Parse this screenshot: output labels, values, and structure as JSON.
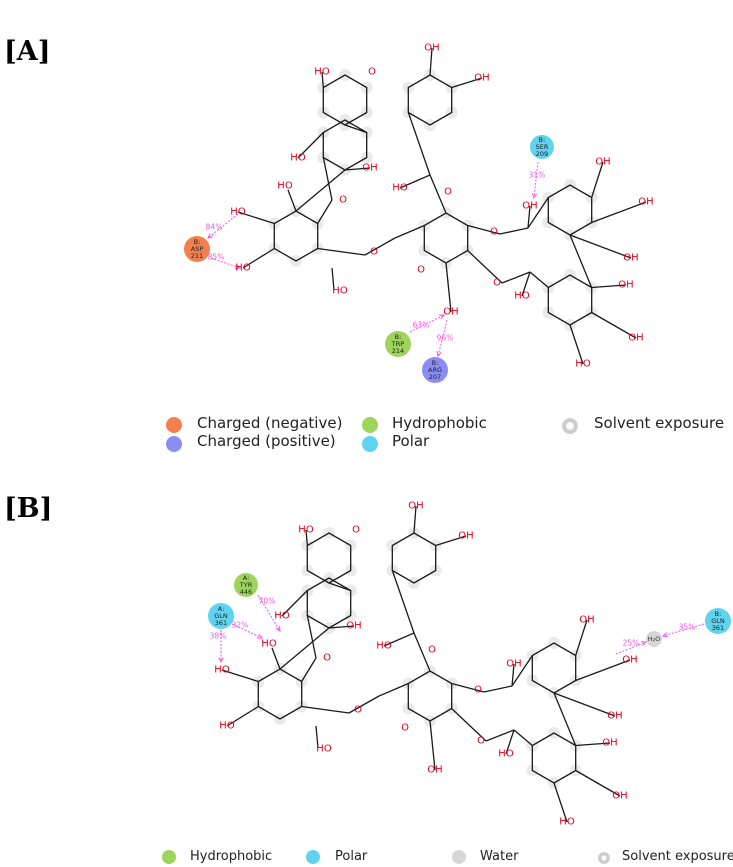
{
  "colors": {
    "negative": "#f2804e",
    "positive": "#8b8ef0",
    "hydrophobic": "#9ed45b",
    "polar": "#5fd3ef",
    "water": "#d6d6d6",
    "solvent": "#c7c7c7",
    "bond": "#1a1a1a",
    "oxygen": "#e0001b",
    "hbond": "#ee55ee"
  },
  "panel_a": {
    "label": "[A]",
    "o_label": "O",
    "oh_label": "OH",
    "ho_label": "HO",
    "residues": [
      {
        "chain": "B:",
        "name": "ASP",
        "num": "211",
        "type": "negative"
      },
      {
        "chain": "B:",
        "name": "SER",
        "num": "209",
        "type": "polar"
      },
      {
        "chain": "B:",
        "name": "TRP",
        "num": "214",
        "type": "hydrophobic"
      },
      {
        "chain": "B:",
        "name": "ARG",
        "num": "207",
        "type": "positive"
      }
    ],
    "interactions": [
      "84%",
      "85%",
      "31%",
      "63%",
      "96%"
    ],
    "legend": {
      "negative": "Charged (negative)",
      "positive": "Charged (positive)",
      "hydrophobic": "Hydrophobic",
      "polar": "Polar",
      "solvent": "Solvent exposure"
    }
  },
  "panel_b": {
    "label": "[B]",
    "water_label": "H₂O",
    "residues": [
      {
        "chain": "A:",
        "name": "TYR",
        "num": "446",
        "type": "hydrophobic"
      },
      {
        "chain": "A:",
        "name": "GLN",
        "num": "361",
        "type": "polar"
      },
      {
        "chain": "B:",
        "name": "GLN",
        "num": "361",
        "type": "polar"
      }
    ],
    "interactions": [
      "70%",
      "32%",
      "38%",
      "25%",
      "35%"
    ],
    "legend": {
      "hydrophobic": "Hydrophobic",
      "polar": "Polar",
      "water": "Water",
      "solvent": "Solvent exposure"
    }
  }
}
